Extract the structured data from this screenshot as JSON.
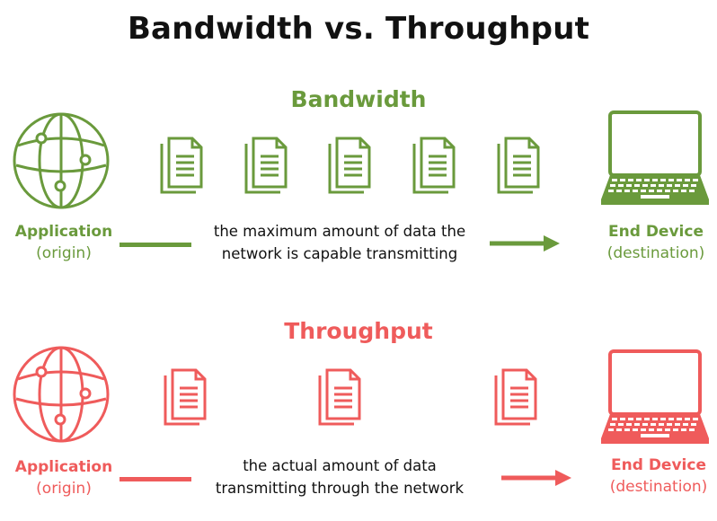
{
  "title": "Bandwidth vs. Throughput",
  "colors": {
    "bandwidth": "#6a9a3c",
    "throughput": "#ef5b5b"
  },
  "bandwidth": {
    "heading": "Bandwidth",
    "origin_name": "Application",
    "origin_sub": "(origin)",
    "description_line1": "the maximum amount of data the",
    "description_line2": "network is capable transmitting",
    "destination_name": "End Device",
    "destination_sub": "(destination)",
    "document_count": 5
  },
  "throughput": {
    "heading": "Throughput",
    "origin_name": "Application",
    "origin_sub": "(origin)",
    "description_line1": "the actual amount of data",
    "description_line2": "transmitting through the network",
    "destination_name": "End Device",
    "destination_sub": "(destination)",
    "document_count": 3
  },
  "icons": {
    "origin": "globe-icon",
    "packet": "document-icon",
    "destination": "laptop-icon",
    "flow": "arrow-right-icon"
  }
}
